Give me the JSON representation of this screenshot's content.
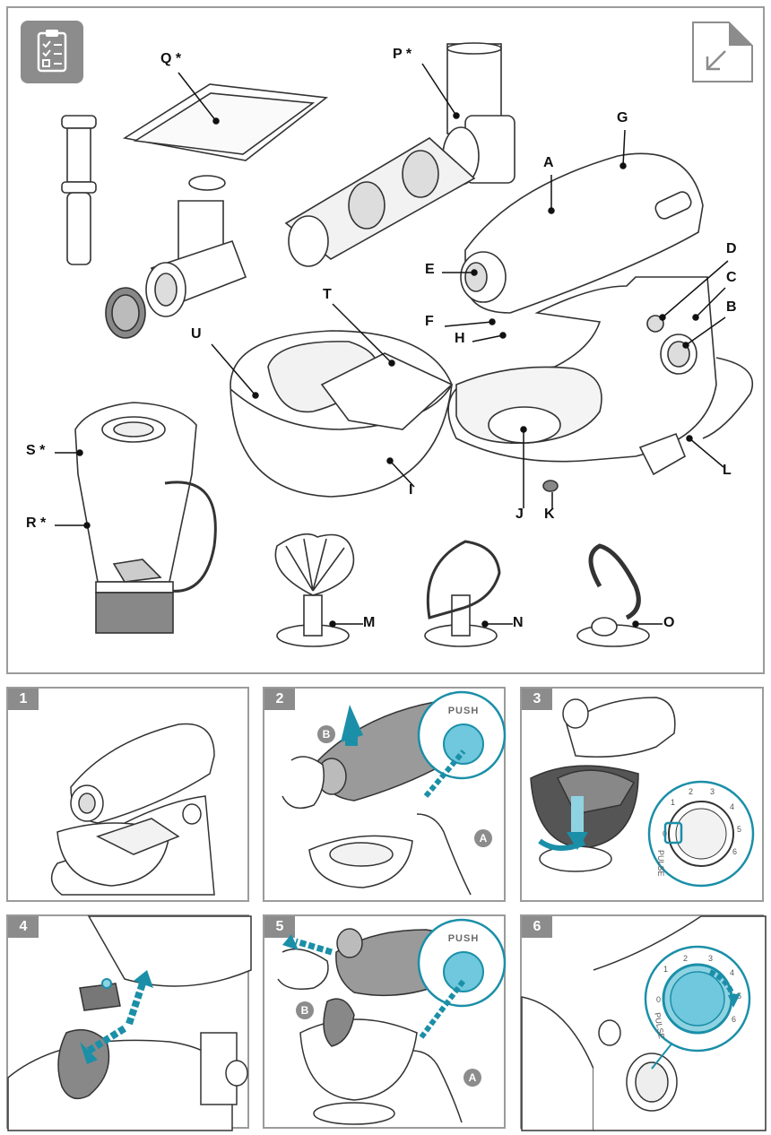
{
  "labels": {
    "A": "A",
    "B": "B",
    "C": "C",
    "D": "D",
    "E": "E",
    "F": "F",
    "G": "G",
    "H": "H",
    "I": "I",
    "J": "J",
    "K": "K",
    "L": "L",
    "M": "M",
    "N": "N",
    "O": "O",
    "P": "P *",
    "Q": "Q *",
    "R": "R *",
    "S": "S *",
    "T": "T",
    "U": "U"
  },
  "steps": [
    {
      "number": "1"
    },
    {
      "number": "2",
      "push": "PUSH",
      "callout_a": "A",
      "callout_b": "B"
    },
    {
      "number": "3",
      "dial": [
        "0",
        "1",
        "2",
        "3",
        "4",
        "5",
        "6"
      ],
      "pulse": "PULSE"
    },
    {
      "number": "4"
    },
    {
      "number": "5",
      "push": "PUSH",
      "callout_a": "A",
      "callout_b": "B"
    },
    {
      "number": "6",
      "dial": [
        "0",
        "1",
        "2",
        "3",
        "4",
        "5",
        "6"
      ],
      "pulse": "PULSE"
    }
  ],
  "colors": {
    "accent": "#1b8fa8",
    "light_accent": "#8fd3e3",
    "grey": "#8c8c8c",
    "line": "#333333"
  },
  "icons": {
    "checklist": "clipboard-checklist-icon",
    "corner": "page-corner-arrow-icon"
  }
}
